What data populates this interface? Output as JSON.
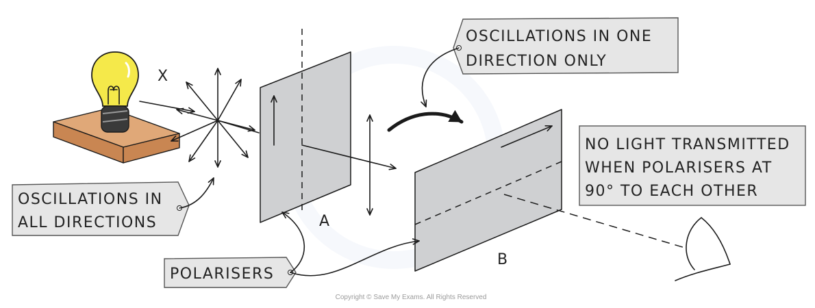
{
  "labels": {
    "all_directions": [
      "OSCILLATIONS IN",
      "ALL DIRECTIONS"
    ],
    "one_direction": [
      "OSCILLATIONS IN ONE",
      "DIRECTION ONLY"
    ],
    "no_light": [
      "NO LIGHT TRANSMITTED",
      "WHEN POLARISERS AT",
      "90° TO EACH OTHER"
    ],
    "polarisers": "POLARISERS",
    "x": "X",
    "a": "A",
    "b": "B"
  },
  "copyright": "Copyright © Save My Exams. All Rights Reserved",
  "colors": {
    "bulb": "#f5e94a",
    "base_top": "#e0a878",
    "base_front": "#c98652",
    "polariser": "#cfd0d2",
    "tag": "#e6e6e6"
  }
}
